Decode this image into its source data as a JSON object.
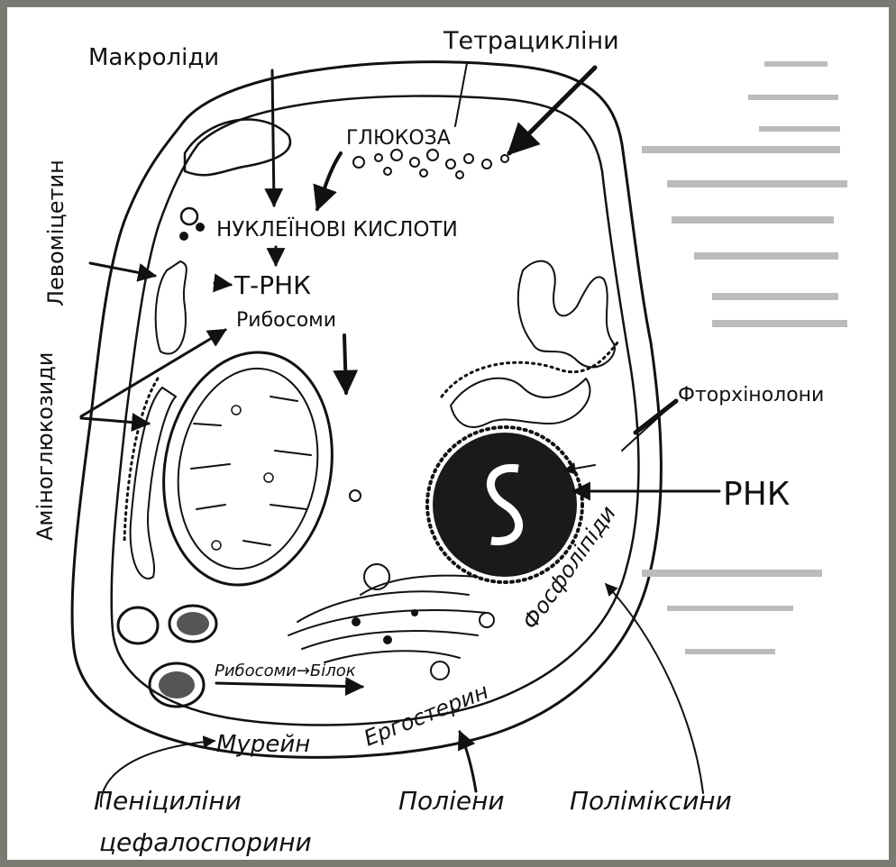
{
  "labels": {
    "macrolides": "Макроліди",
    "tetracyclines": "Тетрацикліни",
    "glucose": "ГЛЮКОЗА",
    "nucleic_acids": "НУКЛЕЇНОВІ КИСЛОТИ",
    "t_rna": "Т-РНК",
    "ribosomes": "Рибосоми",
    "chloramphenicol": "Левоміцетин",
    "aminoglycosides": "Аміноглюкозиди",
    "fluoroquinolones": "Фторхінолони",
    "rna": "РНК",
    "phospholipids": "Фосфоліпіди",
    "ergosterol": "Ергостерин",
    "ribosome_protein": "Рибосоми→Білок",
    "murein": "Мурейн",
    "penicillins": "Пеніциліни",
    "cephalosporins": "цефалоспорини",
    "polyenes": "Поліени",
    "polymyxins": "Поліміксини"
  },
  "colors": {
    "frame": "#7a7a72",
    "paper": "#ffffff",
    "ink": "#111111"
  }
}
